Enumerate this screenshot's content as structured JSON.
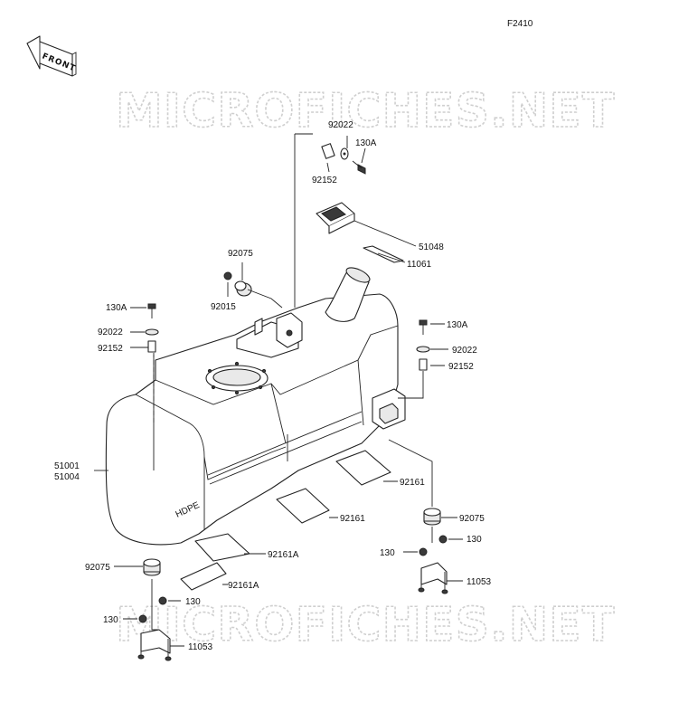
{
  "figure_code": "F2410",
  "front_label": "FRONT",
  "watermark": "MICROFICHES.NET",
  "tank_brand_mark": "HDPE",
  "labels": {
    "p92022_top": "92022",
    "p130A_top": "130A",
    "p92152_top": "92152",
    "p51048": "51048",
    "p11061": "11061",
    "p92075_top": "92075",
    "p92015": "92015",
    "p130A_left": "130A",
    "p92022_left": "92022",
    "p92152_left": "92152",
    "p130A_right": "130A",
    "p92022_right": "92022",
    "p92152_right": "92152",
    "p51001": "51001",
    "p51004": "51004",
    "p92161_a": "92161",
    "p92161_b": "92161",
    "p92075_right": "92075",
    "p130_right_a": "130",
    "p130_right_b": "130",
    "p11053_right": "11053",
    "p92161A_a": "92161A",
    "p92161A_b": "92161A",
    "p92075_left": "92075",
    "p130_left_a": "130",
    "p130_left_b": "130",
    "p11053_left": "11053"
  }
}
